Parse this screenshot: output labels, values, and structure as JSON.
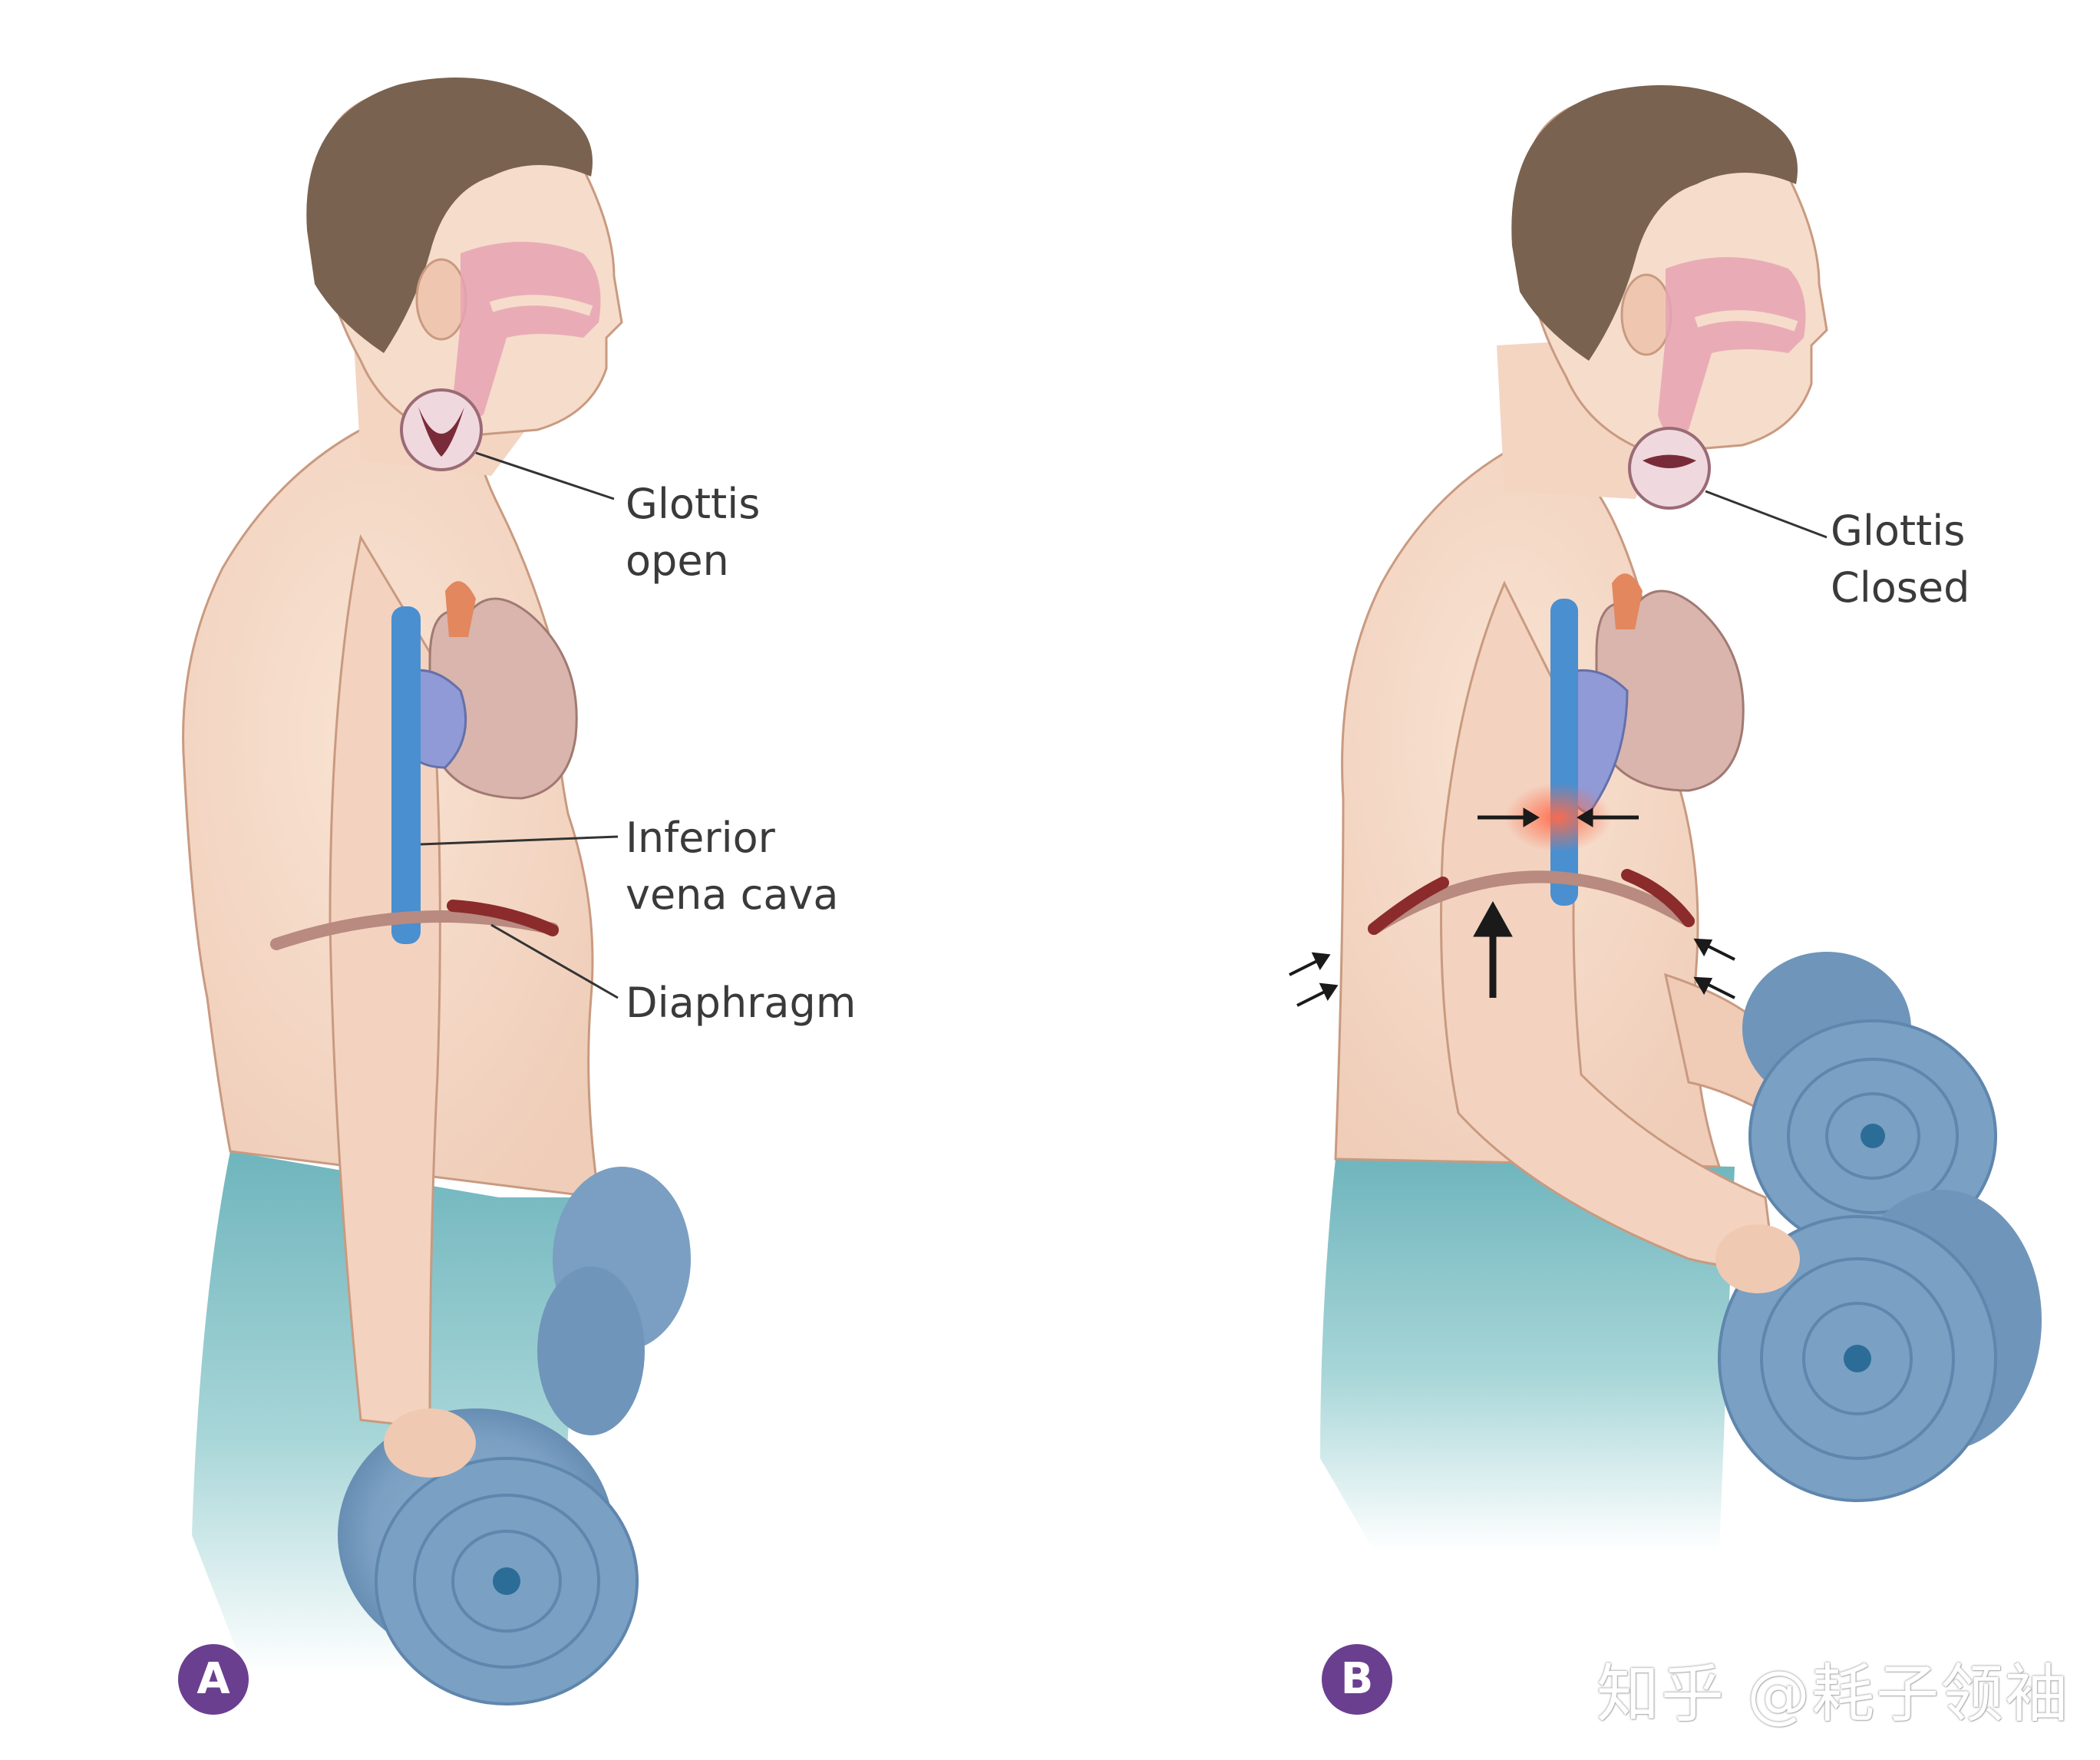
{
  "panels": {
    "a": {
      "letter": "A",
      "glottis_label": [
        "Glottis",
        "open"
      ],
      "vena_cava_label": [
        "Inferior",
        "vena cava"
      ],
      "diaphragm_label": "Diaphragm"
    },
    "b": {
      "letter": "B",
      "glottis_label": [
        "Glottis",
        "Closed"
      ]
    }
  },
  "watermark": "知乎 @耗子领袖",
  "colors": {
    "skin": "#f6dccb",
    "skin_shadow": "#e9bfa6",
    "hair": "#7a6250",
    "airway": "#e6a3b3",
    "heart": "#d9b5ae",
    "vena_cava": "#4a8fd0",
    "atrium": "#8f9ad6",
    "diaphragm": "#b88a80",
    "diaphragm_dark": "#8b2b2b",
    "shorts": "#7bbcc2",
    "dumbbell": "#7fa4c6",
    "badge": "#6b3f8f",
    "pressure": "#e0403a"
  }
}
